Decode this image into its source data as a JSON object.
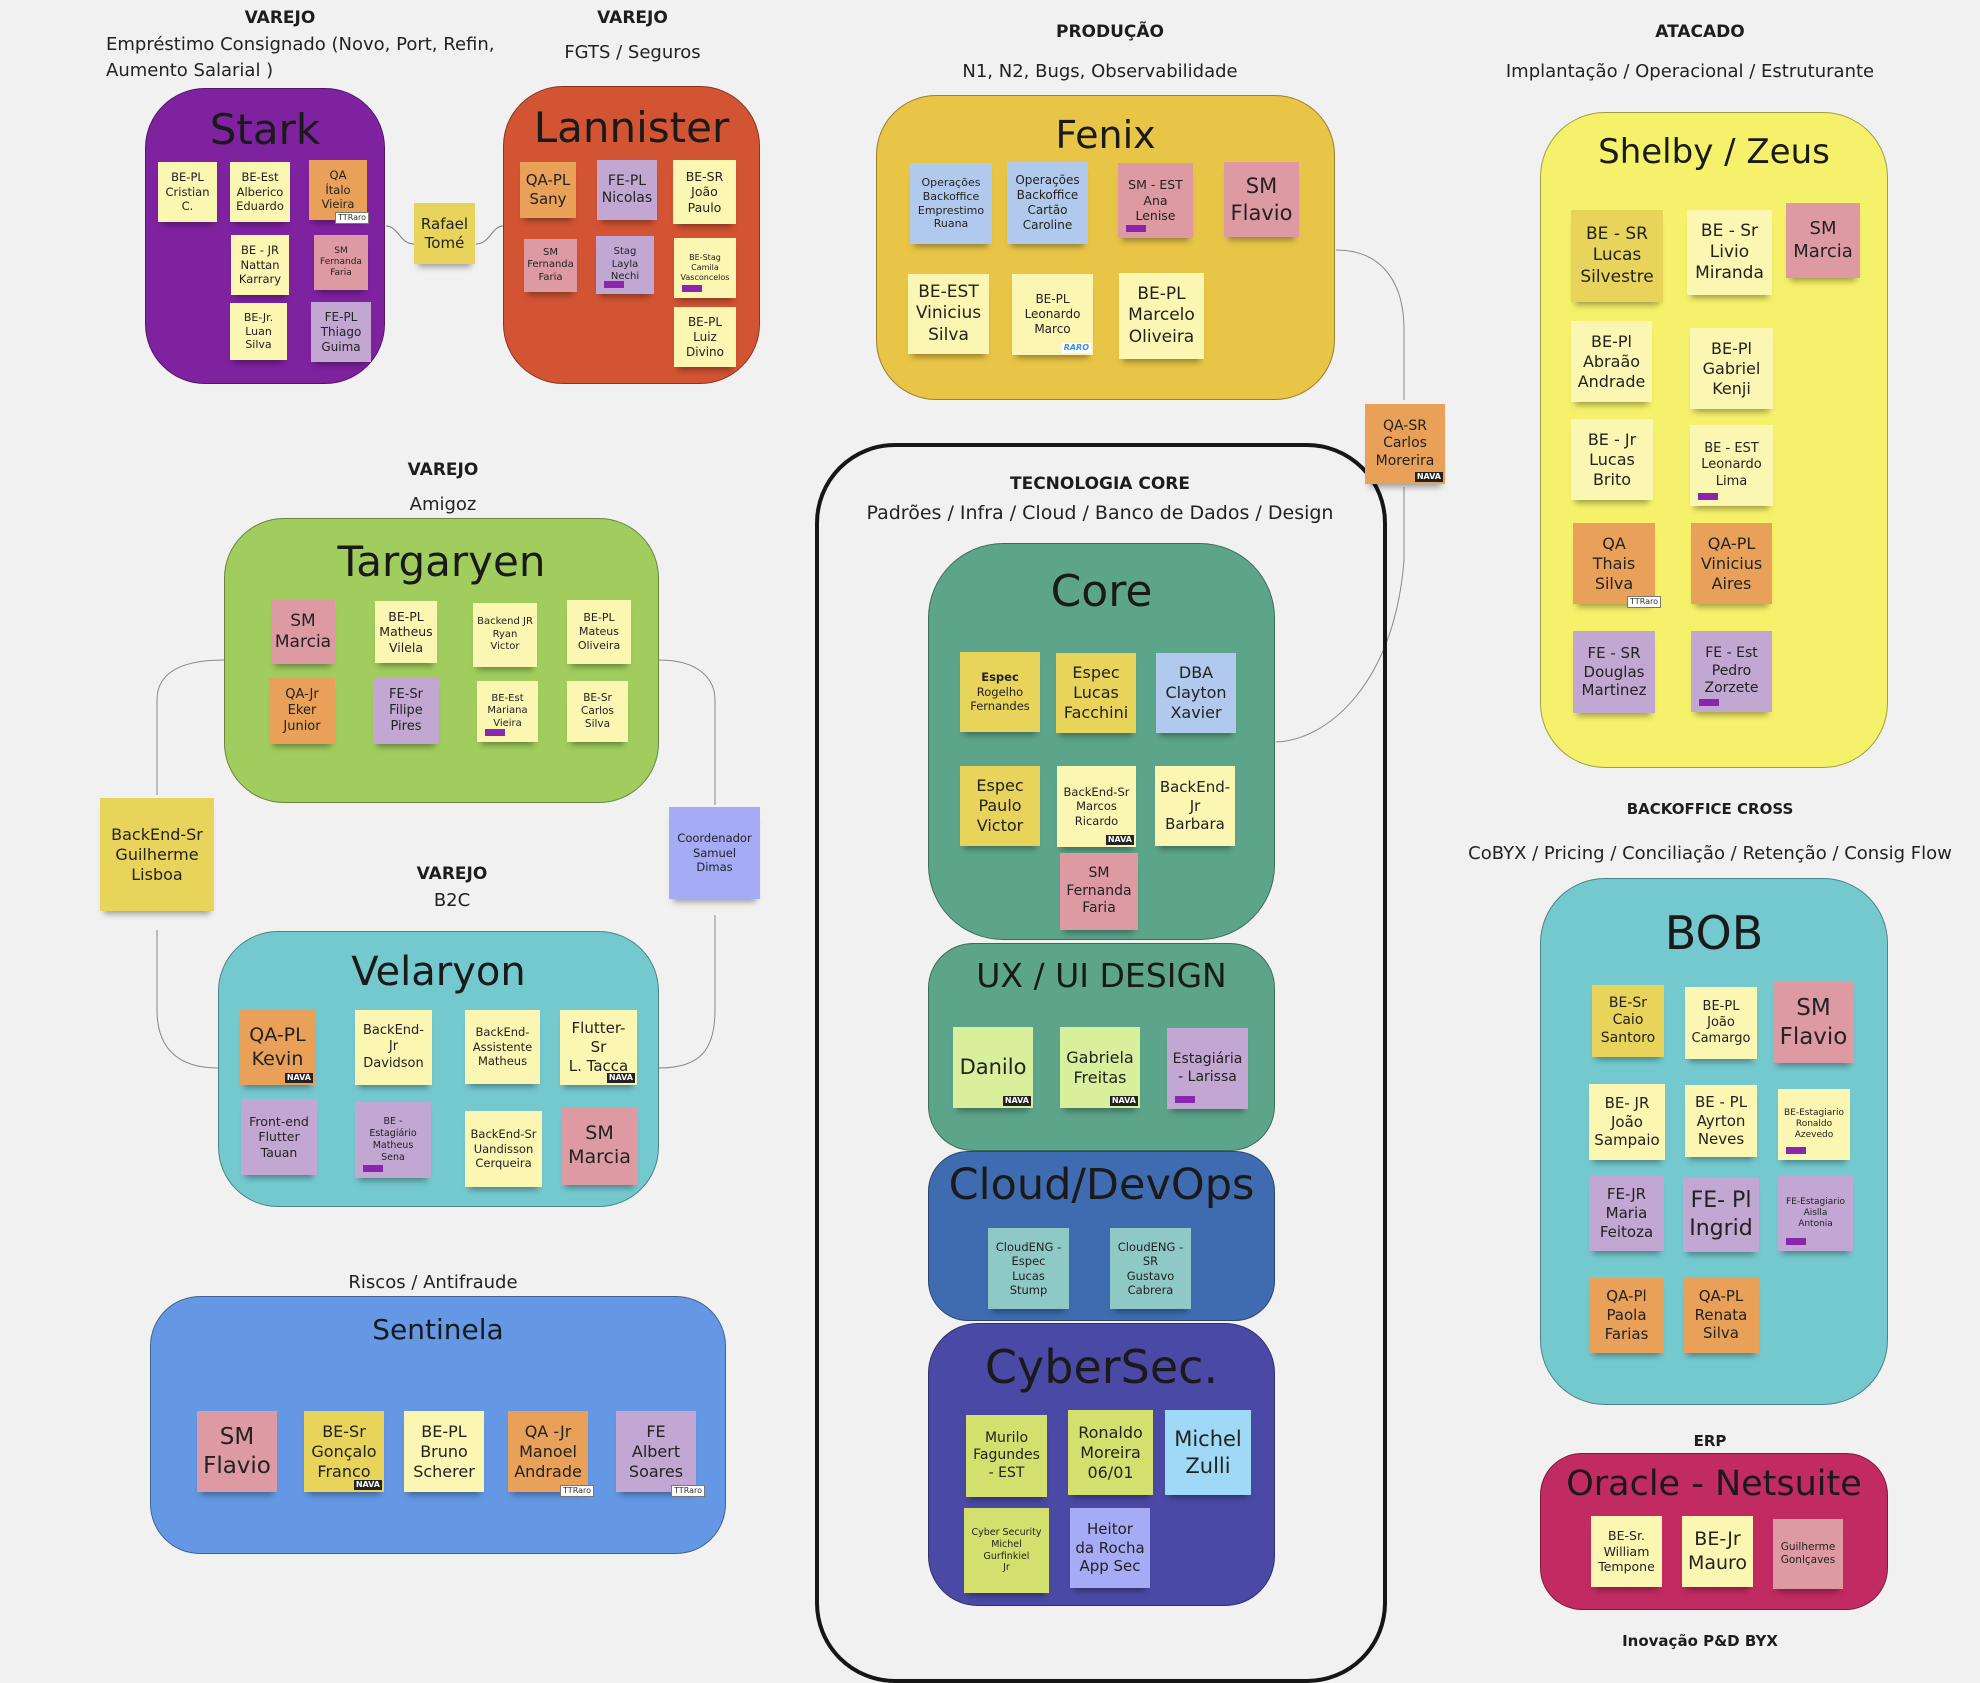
{
  "sections": {
    "stark_header": {
      "title": "VAREJO",
      "subtitle": "Empréstimo Consignado (Novo, Port, Refin,\nAumento Salarial )"
    },
    "lannister_header": {
      "title": "VAREJO",
      "subtitle": "FGTS / Seguros"
    },
    "fenix_header": {
      "title": "PRODUÇÃO",
      "subtitle": "N1, N2, Bugs, Observabilidade"
    },
    "shelby_header": {
      "title": "ATACADO",
      "subtitle": "Implantação / Operacional / Estruturante"
    },
    "targaryen_header": {
      "title": "VAREJO",
      "subtitle": "Amigoz"
    },
    "velaryon_header": {
      "title": "VAREJO",
      "subtitle": "B2C"
    },
    "sentinela_header": {
      "subtitle": "Riscos / Antifraude"
    },
    "core_header": {
      "title": "TECNOLOGIA CORE",
      "subtitle": "Padrões / Infra / Cloud / Banco de Dados / Design"
    },
    "bob_header": {
      "title": "BACKOFFICE CROSS",
      "subtitle": "CoBYX / Pricing / Conciliação / Retenção / Consig Flow"
    },
    "erp_header": {
      "title": "ERP"
    },
    "inovacao_header": {
      "title": "Inovação P&D BYX"
    }
  },
  "squads": {
    "stark": {
      "name": "Stark",
      "notes": [
        {
          "text": "BE-PL\nCristian\nC."
        },
        {
          "text": "BE-Est\nAlberico\nEduardo"
        },
        {
          "text": "QA\nÍtalo\nVieira",
          "tag": "TTRaro"
        },
        {
          "text": "BE - JR\nNattan\nKarrary"
        },
        {
          "text": "SM\nFernanda\nFaria"
        },
        {
          "text": "BE-Jr.\nLuan\nSilva"
        },
        {
          "text": "FE-PL\nThiago\nGuima"
        }
      ]
    },
    "lannister": {
      "name": "Lannister",
      "notes": [
        {
          "text": "QA-PL\nSany"
        },
        {
          "text": "FE-PL\nNicolas"
        },
        {
          "text": "BE-SR\nJoão\nPaulo"
        },
        {
          "text": "SM\nFernanda\nFaria"
        },
        {
          "text": "Stag\nLayla\nNechi"
        },
        {
          "text": "BE-Stag\nCamila\nVasconcelos"
        },
        {
          "text": "BE-PL\nLuiz\nDivino"
        }
      ]
    },
    "fenix": {
      "name": "Fenix",
      "notes": [
        {
          "text": "Operações\nBackoffice\nEmprestimo\nRuana"
        },
        {
          "text": "Operações\nBackoffice\nCartão\nCaroline"
        },
        {
          "text": "SM - EST\nAna\nLenise"
        },
        {
          "text": "SM\nFlavio"
        },
        {
          "text": "BE-EST\nVinicius\nSilva"
        },
        {
          "text": "BE-PL\nLeonardo\nMarco",
          "tag": "RARO"
        },
        {
          "text": "BE-PL\nMarcelo\nOliveira"
        }
      ]
    },
    "shelby": {
      "name": "Shelby / Zeus",
      "notes": [
        {
          "text": "BE - SR\nLucas\nSilvestre"
        },
        {
          "text": "BE - Sr\nLivio\nMiranda"
        },
        {
          "text": "SM\nMarcia"
        },
        {
          "text": "BE-Pl\nAbraão\nAndrade"
        },
        {
          "text": "BE-Pl\nGabriel\nKenji"
        },
        {
          "text": "BE - Jr\nLucas\nBrito"
        },
        {
          "text": "BE - EST\nLeonardo\nLima"
        },
        {
          "text": "QA\nThais\nSilva",
          "tag": "TTRaro"
        },
        {
          "text": "QA-PL\nVinicius\nAires"
        },
        {
          "text": "FE - SR\nDouglas\nMartinez"
        },
        {
          "text": "FE - Est\nPedro\nZorzete"
        }
      ]
    },
    "targaryen": {
      "name": "Targaryen",
      "notes": [
        {
          "text": "SM\nMarcia"
        },
        {
          "text": "BE-PL\nMatheus\nVilela"
        },
        {
          "text": "Backend JR\nRyan\nVictor"
        },
        {
          "text": "BE-PL\nMateus\nOliveira"
        },
        {
          "text": "QA-Jr\nEker\nJunior"
        },
        {
          "text": "FE-Sr\nFilipe\nPires"
        },
        {
          "text": "BE-Est\nMariana\nVieira"
        },
        {
          "text": "BE-Sr\nCarlos\nSilva"
        }
      ]
    },
    "velaryon": {
      "name": "Velaryon",
      "notes": [
        {
          "text": "QA-PL\nKevin",
          "tag": "NAVA"
        },
        {
          "text": "BackEnd-\nJr\nDavidson"
        },
        {
          "text": "BackEnd-\nAssistente\nMatheus"
        },
        {
          "text": "Flutter-\nSr\nL. Tacca",
          "tag": "NAVA"
        },
        {
          "text": "Front-end\nFlutter\nTauan"
        },
        {
          "text": "BE -\nEstagiário\nMatheus\nSena"
        },
        {
          "text": "BackEnd-Sr\nUandisson\nCerqueira"
        },
        {
          "text": "SM\nMarcia"
        }
      ]
    },
    "sentinela": {
      "name": "Sentinela",
      "notes": [
        {
          "text": "SM\nFlavio"
        },
        {
          "text": "BE-Sr\nGonçalo\nFranco",
          "tag": "NAVA"
        },
        {
          "text": "BE-PL\nBruno\nScherer"
        },
        {
          "text": "QA -Jr\nManoel\nAndrade",
          "tag": "TTRaro"
        },
        {
          "text": "FE\nAlbert\nSoares",
          "tag": "TTRaro"
        }
      ]
    },
    "core": {
      "name": "Core",
      "notes": [
        {
          "text": "Espec",
          "text2": "Rogelho\nFernandes"
        },
        {
          "text": "Espec\nLucas\nFacchini"
        },
        {
          "text": "DBA\nClayton\nXavier"
        },
        {
          "text": "Espec\nPaulo\nVictor"
        },
        {
          "text": "BackEnd-Sr\nMarcos\nRicardo",
          "tag": "NAVA"
        },
        {
          "text": "BackEnd-\nJr\nBarbara"
        },
        {
          "text": "SM\nFernanda\nFaria"
        }
      ]
    },
    "uxui": {
      "name": "UX / UI DESIGN",
      "notes": [
        {
          "text": "Danilo",
          "tag": "NAVA"
        },
        {
          "text": "Gabriela\nFreitas",
          "tag": "NAVA"
        },
        {
          "text": "Estagiária\n- Larissa"
        }
      ]
    },
    "cloud": {
      "name": "Cloud/DevOps",
      "notes": [
        {
          "text": "CloudENG -\nEspec\nLucas\nStump"
        },
        {
          "text": "CloudENG -\nSR\nGustavo\nCabrera"
        }
      ]
    },
    "cybersec": {
      "name": "CyberSec.",
      "notes": [
        {
          "text": "Murilo\nFagundes\n- EST"
        },
        {
          "text": "Ronaldo\nMoreira\n06/01"
        },
        {
          "text": "Michel\nZulli"
        },
        {
          "text": "Cyber Security\nMichel\nGurfinkiel\nJr"
        },
        {
          "text": "Heitor\nda Rocha\nApp Sec"
        }
      ]
    },
    "bob": {
      "name": "BOB",
      "notes": [
        {
          "text": "BE-Sr\nCaio\nSantoro"
        },
        {
          "text": "BE-PL\nJoão\nCamargo"
        },
        {
          "text": "SM\nFlavio"
        },
        {
          "text": "BE- JR\nJoão\nSampaio"
        },
        {
          "text": "BE - PL\nAyrton\nNeves"
        },
        {
          "text": "BE-Estagiario\nRonaldo\nAzevedo"
        },
        {
          "text": "FE-JR\nMaria\nFeitoza"
        },
        {
          "text": "FE- Pl\nIngrid"
        },
        {
          "text": "FE-Estagiario\nAislla\nAntonia"
        },
        {
          "text": "QA-Pl\nPaola\nFarias"
        },
        {
          "text": "QA-PL\nRenata\nSilva"
        }
      ]
    },
    "oracle": {
      "name": "Oracle - Netsuite",
      "notes": [
        {
          "text": "BE-Sr.\nWilliam\nTempone"
        },
        {
          "text": "BE-Jr\nMauro"
        },
        {
          "text": "Guilherme\nGonlçaves"
        }
      ]
    }
  },
  "floating": {
    "rafael": "Rafael\nTomé",
    "guilherme": "BackEnd-Sr\nGuilherme\nLisboa",
    "samuel": "Coordenador\nSamuel\nDimas",
    "carlos": {
      "text": "QA-SR\nCarlos\nMorerira",
      "tag": "NAVA"
    }
  },
  "colors": {
    "stark": "#7f22a0",
    "lannister": "#d25433",
    "fenix": "#e8c547",
    "shelby": "#f6f16a",
    "targaryen": "#a1cd5e",
    "velaryon": "#74c9cf",
    "sentinela": "#6498e4",
    "core": "#5da58a",
    "cloud": "#3f6cb0",
    "cybersec": "#4a4aa6",
    "bob": "#74c9cf",
    "oracle": "#c12b62"
  }
}
